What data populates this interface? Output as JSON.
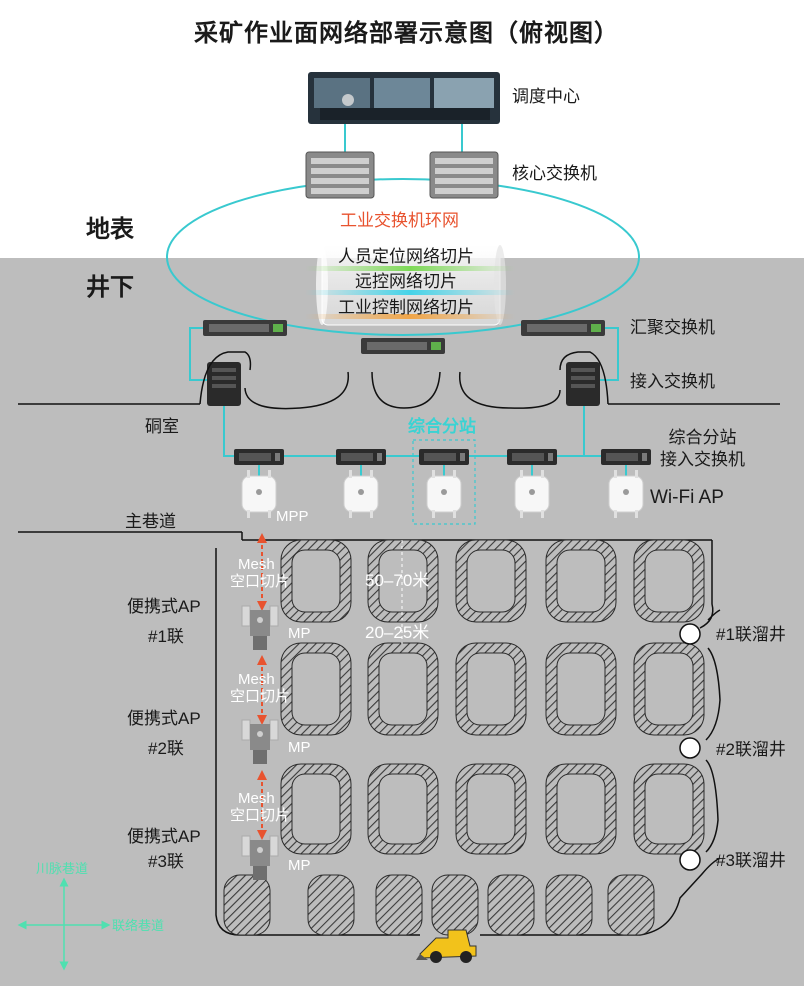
{
  "title": "采矿作业面网络部署示意图（俯视图）",
  "zones": {
    "surface": "地表",
    "underground": "井下"
  },
  "devices": {
    "dispatch_center": "调度中心",
    "core_switch": "核心交换机",
    "ring": "工业交换机环网",
    "aggregation_switch": "汇聚交换机",
    "access_switch": "接入交换机",
    "chamber": "硐室",
    "station": "综合分站",
    "station_access_switch": "综合分站\n接入交换机",
    "wifi_ap": "Wi-Fi AP",
    "mpp": "MPP",
    "mp": "MP"
  },
  "slices": [
    "人员定位网络切片",
    "远控网络切片",
    "工业控制网络切片"
  ],
  "roadway": "主巷道",
  "mesh": {
    "mesh_label": "Mesh",
    "slice_label": "空口切片"
  },
  "dimensions": {
    "spacing": "50–70米",
    "width": "20–25米"
  },
  "portable_aps": [
    {
      "line1": "便携式AP",
      "line2": "#1联"
    },
    {
      "line1": "便携式AP",
      "line2": "#2联"
    },
    {
      "line1": "便携式AP",
      "line2": "#3联"
    }
  ],
  "ore_passes": [
    "#1联溜井",
    "#2联溜井",
    "#3联溜井"
  ],
  "compass": {
    "vertical": "川脉巷道",
    "horizontal": "联络巷道"
  },
  "colors": {
    "underground_bg": "#bdbdbd",
    "link": "#39c9cf",
    "ring_text": "#e8532f",
    "mesh_arrow": "#e8532f",
    "slice_green": "#7ed957",
    "slice_cyan": "#45d3e8",
    "slice_orange": "#f0a548"
  }
}
